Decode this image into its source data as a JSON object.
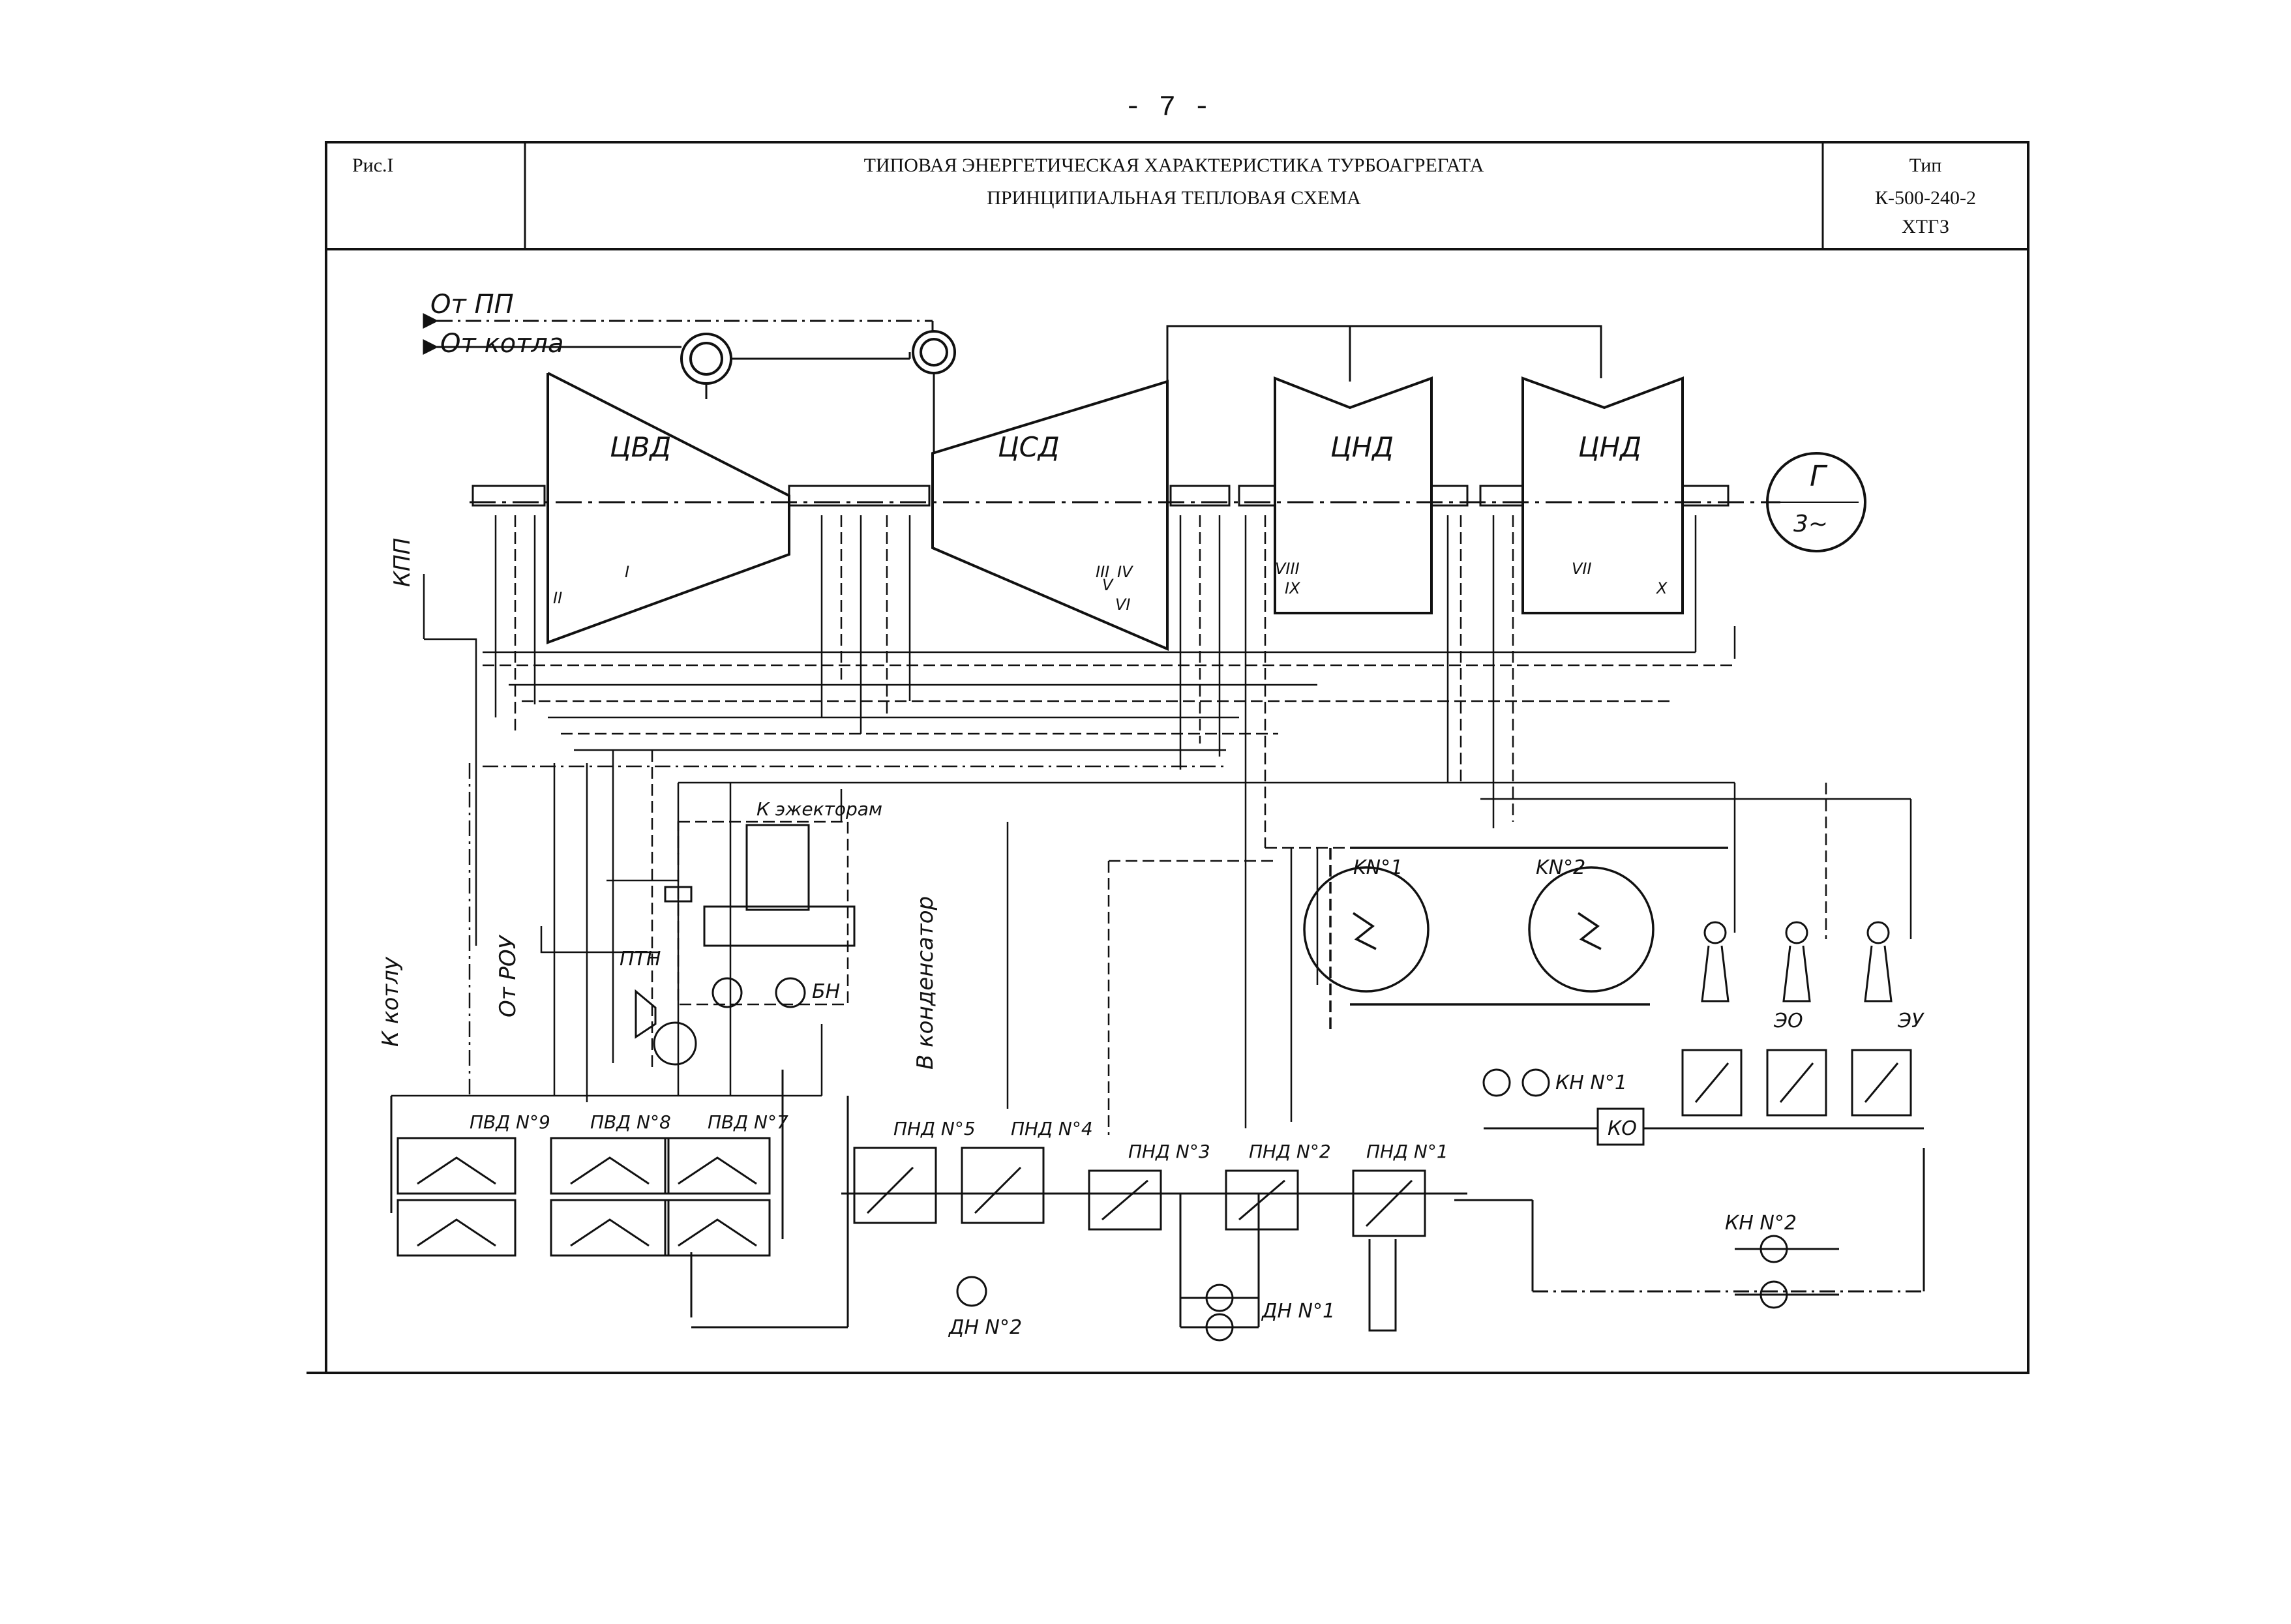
{
  "page_number": "- 7 -",
  "header": {
    "figure": "Рис.I",
    "title_line1": "ТИПОВАЯ ЭНЕРГЕТИЧЕСКАЯ ХАРАКТЕРИСТИКА ТУРБОАГРЕГАТА",
    "title_line2": "ПРИНЦИПИАЛЬНАЯ ТЕПЛОВАЯ СХЕМА",
    "type_label": "Тип",
    "type_value": "К-500-240-2",
    "maker": "ХТГЗ"
  },
  "inlets": {
    "from_reheat": "От ПП",
    "from_boiler": "От котла"
  },
  "turbine": {
    "hp": "ЦВД",
    "ip": "ЦСД",
    "lp1": "ЦНД",
    "lp2": "ЦНД",
    "generator": "Г",
    "generator_phase": "3~"
  },
  "extractions": [
    "I",
    "II",
    "III",
    "IV",
    "V",
    "VI",
    "VII",
    "VIII",
    "IX",
    "X"
  ],
  "lines": {
    "kpp": "КПП",
    "to_boiler": "К котлу",
    "from_rou": "От РОУ",
    "to_ejectors": "К эжекторам",
    "to_condenser": "В конденсатор"
  },
  "pumps": {
    "ptn": "ПТН",
    "bn": "БН",
    "dn2": "ДН N°2",
    "dn1": "ДН N°1",
    "kn1": "КН N°1",
    "kn2": "КН N°2",
    "ko": "КО"
  },
  "condensers": {
    "k1": "KN°1",
    "k2": "KN°2"
  },
  "ejectors": {
    "eo": "ЭО",
    "eu": "ЭУ"
  },
  "heaters": {
    "pvd9": "ПВД N°9",
    "pvd8": "ПВД N°8",
    "pvd7": "ПВД N°7",
    "pnd5": "ПНД N°5",
    "pnd4": "ПНД N°4",
    "pnd3": "ПНД N°3",
    "pnd2": "ПНД N°2",
    "pnd1": "ПНД N°1"
  }
}
